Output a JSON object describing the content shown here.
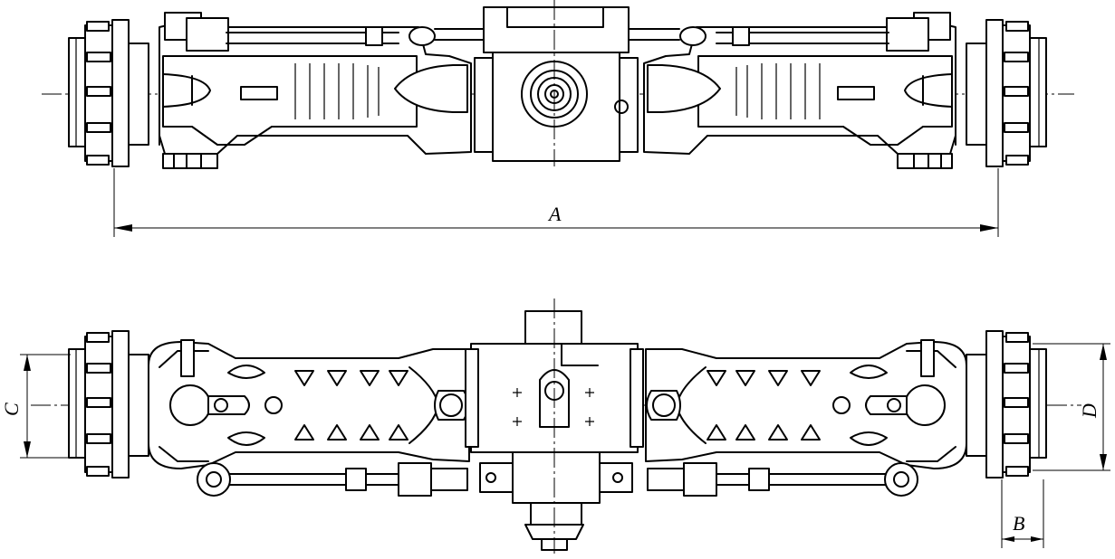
{
  "labels": {
    "A": "A",
    "B": "B",
    "C": "C",
    "D": "D"
  }
}
